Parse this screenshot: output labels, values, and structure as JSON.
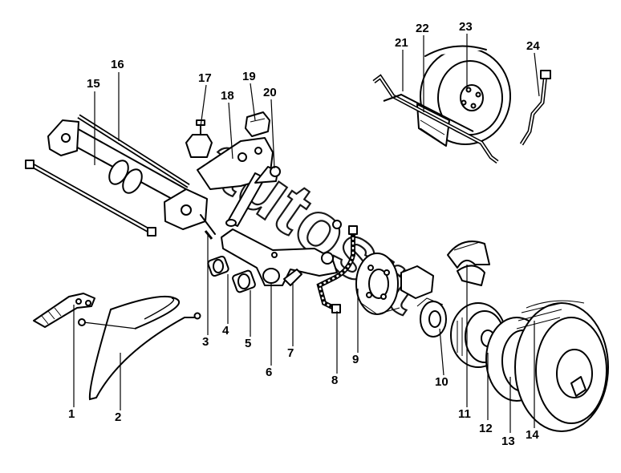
{
  "diagram": {
    "watermark": "autosrt",
    "callouts": [
      "1",
      "2",
      "3",
      "4",
      "5",
      "6",
      "7",
      "8",
      "9",
      "10",
      "11",
      "12",
      "13",
      "14",
      "15",
      "16",
      "17",
      "18",
      "19",
      "20",
      "21",
      "22",
      "23",
      "24"
    ]
  }
}
